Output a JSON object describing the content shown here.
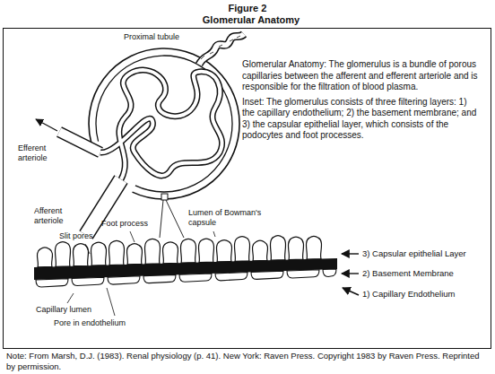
{
  "diagram": {
    "title": "Figure 2",
    "caption": "Note: From Marsh, D.J. (1983). Renal physiology (p. 41). New York: Raven Press. Copyright 1983 by Raven Press. Reprinted by permission.",
    "labels": [
      "Glomerular Anatomy",
      "Proximal tubule",
      "Efferent arteriole",
      "Afferent arteriole",
      "Glomerular Anatomy: The glomerulus is a bundle of porous capillaries between the afferent and efferent arteriole and is responsible for the filtration of blood plasma.",
      "Inset: The glomerulus consists of three filtering layers: 1) the capillary endothelium; 2) the basement membrane; and 3) the capsular epithelial layer, which consists of the podocytes and foot processes.",
      "Foot process",
      "Slit pores",
      "Lumen of Bowman's capsule",
      "3) Capsular epithelial Layer",
      "2) Basement Membrane",
      "1) Capillary Endothelium",
      "Capillary lumen",
      "Pore in endothelium"
    ]
  }
}
